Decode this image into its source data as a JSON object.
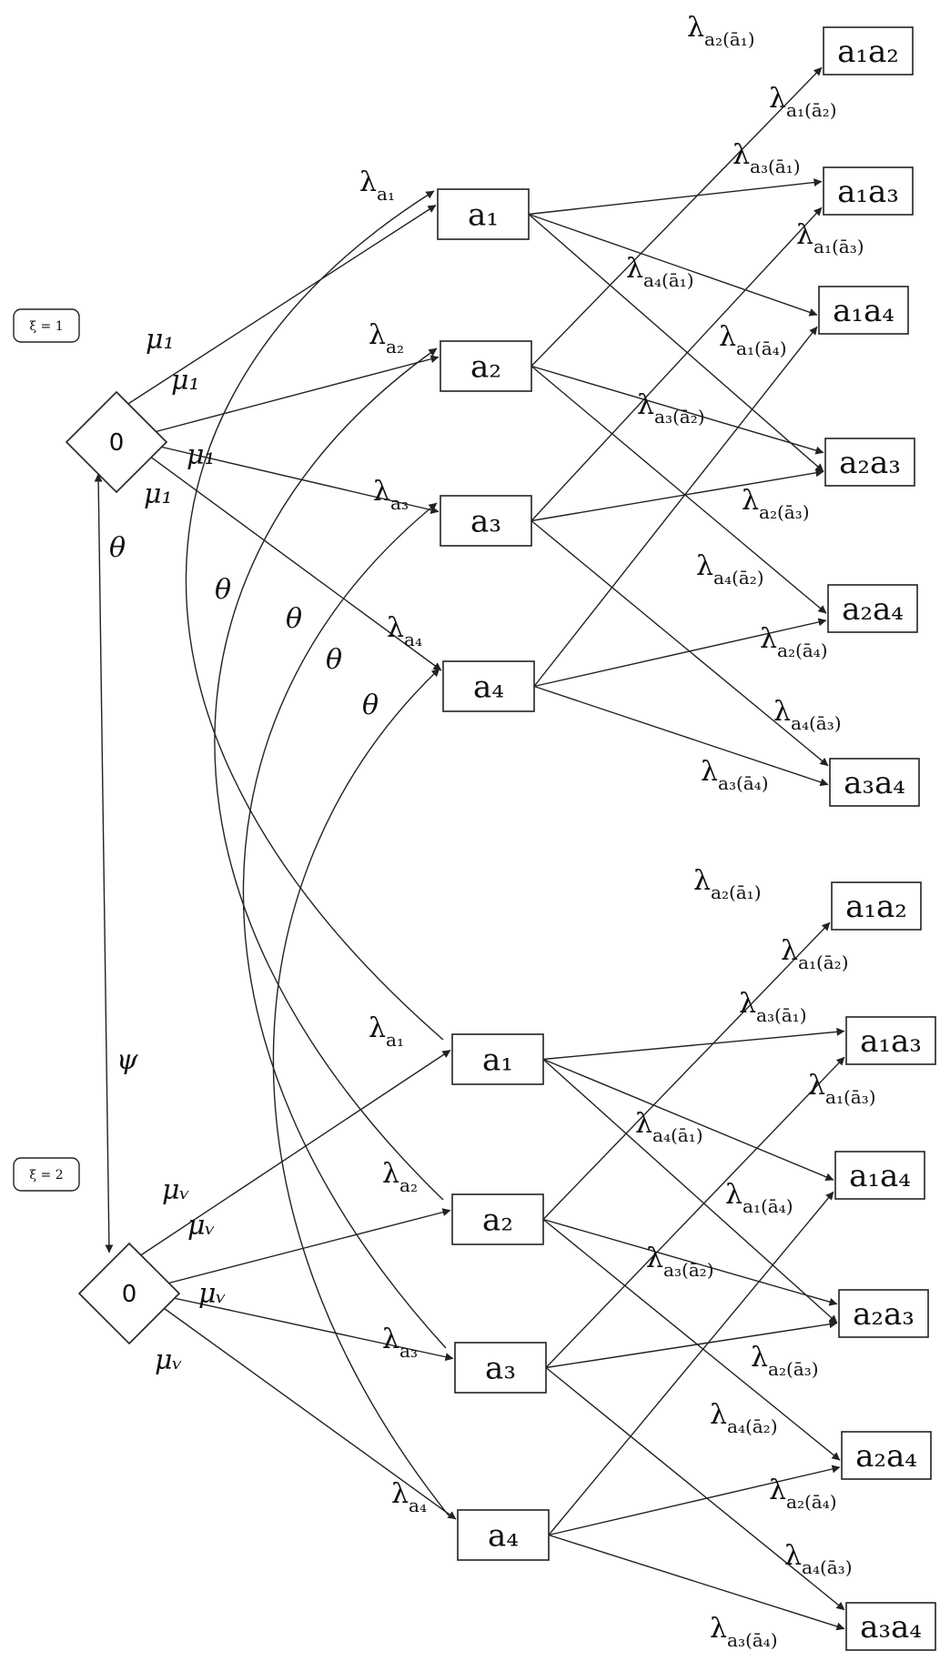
{
  "regimes": [
    {
      "tag": "ξ = 1",
      "origin": "0",
      "rate_back": "μ₁",
      "singles": [
        "a₁",
        "a₂",
        "a₃",
        "a₄"
      ],
      "pairs": [
        "a₁a₂",
        "a₁a₃",
        "a₁a₄",
        "a₂a₃",
        "a₂a₄",
        "a₃a₄"
      ]
    },
    {
      "tag": "ξ = 2",
      "origin": "0",
      "rate_back": "μᵥ",
      "singles": [
        "a₁",
        "a₂",
        "a₃",
        "a₄"
      ],
      "pairs": [
        "a₁a₂",
        "a₁a₃",
        "a₁a₄",
        "a₂a₃",
        "a₂a₄",
        "a₃a₄"
      ]
    }
  ],
  "switch_label": "θ",
  "psi_label": "ψ",
  "lambda_symbol": "λ",
  "single_rate_subs": [
    "a₁",
    "a₂",
    "a₃",
    "a₄"
  ],
  "pair_rate_subs": [
    "a₂(ā₁)",
    "a₁(ā₂)",
    "a₃(ā₁)",
    "a₁(ā₃)",
    "a₄(ā₁)",
    "a₁(ā₄)",
    "a₃(ā₂)",
    "a₂(ā₃)",
    "a₄(ā₂)",
    "a₂(ā₄)",
    "a₄(ā₃)",
    "a₃(ā₄)"
  ]
}
